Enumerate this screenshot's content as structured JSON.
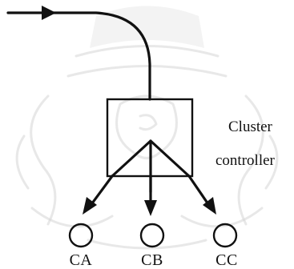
{
  "diagram": {
    "controller_label_line1": "Cluster",
    "controller_label_line2": "controller",
    "nodes": [
      {
        "label": "CA"
      },
      {
        "label": "CB"
      },
      {
        "label": "CC"
      }
    ],
    "colors": {
      "ink": "#111111",
      "watermark": "#d6d6d6",
      "background": "#ffffff"
    }
  }
}
